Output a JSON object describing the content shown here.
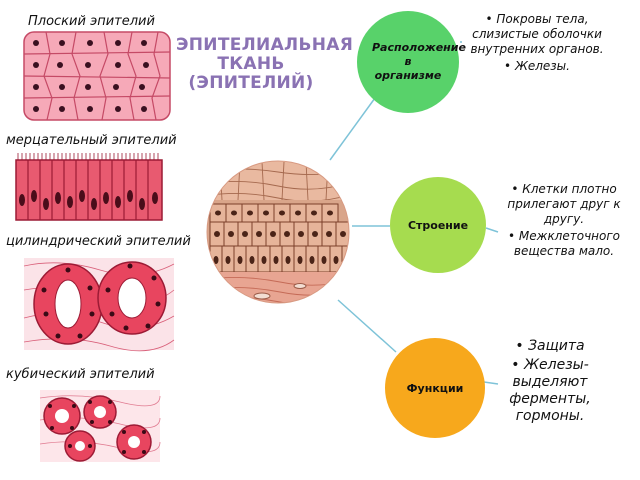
{
  "title_lines": [
    "ЭПИТЕЛИАЛЬНАЯ",
    "ТКАНЬ",
    "(ЭПИТЕЛИЙ)"
  ],
  "tissue_labels": {
    "flat": "Плоский эпителий",
    "ciliated": "мерцательный эпителий",
    "cylindrical": "цилиндрический эпителий",
    "cubic": "кубический эпителий"
  },
  "nodes": {
    "location": "Расположение в организме",
    "structure": "Строение",
    "functions": "Функции"
  },
  "location_bullets": [
    "Покровы тела, слизистые оболочки внутренних органов.",
    "Железы."
  ],
  "structure_bullets": [
    "Клетки плотно прилегают друг к другу.",
    "Межклеточного вещества мало."
  ],
  "function_bullets": [
    "Защита",
    "Железы- выделяют ферменты, гормоны."
  ],
  "colors": {
    "title": "#8a72b3",
    "location_node": "#58d26a",
    "structure_node": "#a6dc4f",
    "functions_node": "#f7a81c",
    "connector": "#7ec3d8"
  }
}
